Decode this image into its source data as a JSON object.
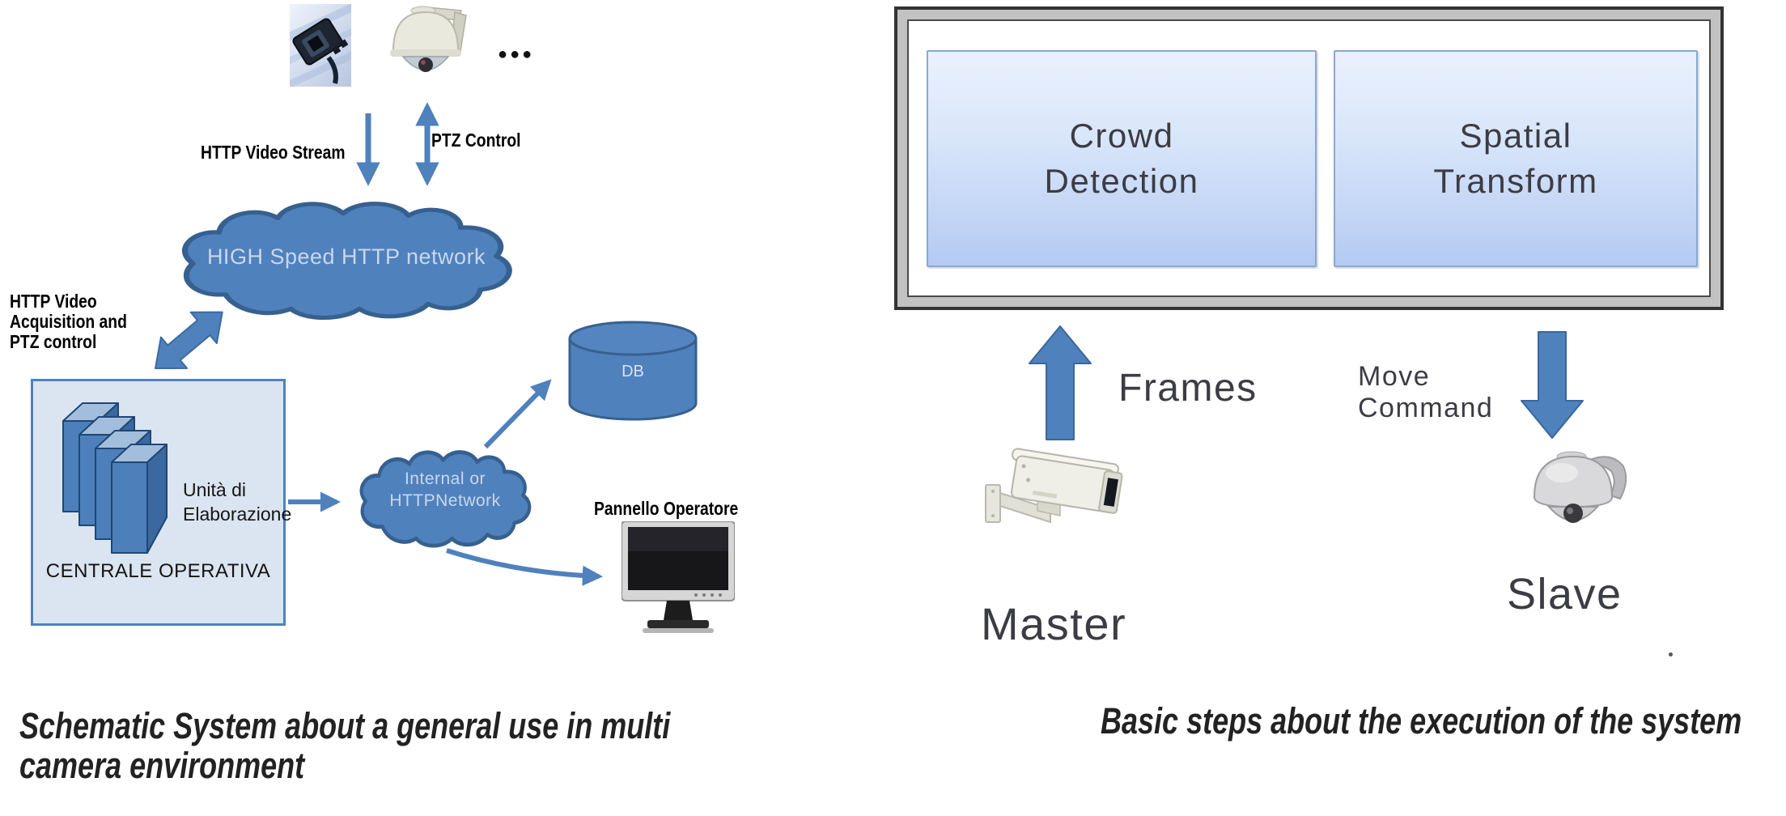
{
  "colors": {
    "steel_blue": "#4f81bd",
    "steel_blue_dark": "#36618f",
    "centrale_fill": "#dbe5f1",
    "step_box_top": "#eaf1fd",
    "step_box_bottom": "#b4caf2",
    "frame_gray": "#c2c2c2"
  },
  "left": {
    "http_video_stream": "HTTP Video Stream",
    "ptz_control": "PTZ Control",
    "dots": "●●●",
    "cloud_main": "HIGH Speed HTTP network",
    "acquisition_line1": "HTTP Video",
    "acquisition_line2": "Acquisition and",
    "acquisition_line3": "PTZ control",
    "unit_line1": "Unità di",
    "unit_line2": "Elaborazione",
    "centrale": "CENTRALE OPERATIVA",
    "cloud_internal_line1": "Internal or",
    "cloud_internal_line2": "HTTPNetwork",
    "db": "DB",
    "pannello": "Pannello Operatore",
    "caption_line1": "Schematic System about a general use in multi",
    "caption_line2": "camera environment"
  },
  "right": {
    "box1_line1": "Crowd",
    "box1_line2": "Detection",
    "box2_line1": "Spatial",
    "box2_line2": "Transform",
    "frames": "Frames",
    "move_line1": "Move",
    "move_line2": "Command",
    "master": "Master",
    "slave": "Slave",
    "caption": "Basic steps about the execution of the system"
  }
}
